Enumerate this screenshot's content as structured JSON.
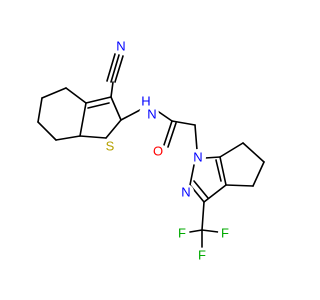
{
  "molecule": {
    "atoms": {
      "n_nitrile": {
        "text": "N",
        "color": "#0000ff"
      },
      "s_thiophene": {
        "text": "S",
        "color": "#b5a000"
      },
      "n_amide": {
        "text": "N",
        "color": "#0000ff"
      },
      "h_amide": {
        "text": "H",
        "color": "#0000ff"
      },
      "o_carbonyl": {
        "text": "O",
        "color": "#ff0000"
      },
      "n_pyrazole1": {
        "text": "N",
        "color": "#0000ff"
      },
      "n_pyrazole2": {
        "text": "N",
        "color": "#0000ff"
      },
      "f_top": {
        "text": "F",
        "color": "#00aa00"
      },
      "f_left": {
        "text": "F",
        "color": "#00aa00"
      },
      "f_bottom": {
        "text": "F",
        "color": "#00aa00"
      }
    }
  }
}
